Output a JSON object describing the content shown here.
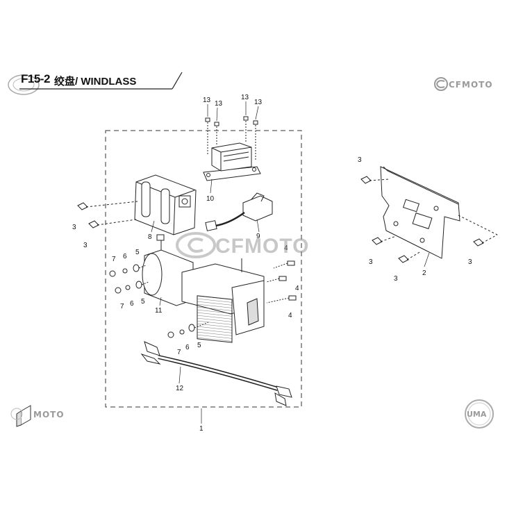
{
  "header": {
    "code": "F15-2",
    "title": "绞盘/ WINDLASS"
  },
  "brands": {
    "top_right": "CFMOTO",
    "watermark": "CFMOTO",
    "bottom_left": "MOTO",
    "bottom_right": "UMA"
  },
  "callouts": [
    {
      "id": "c13a",
      "label": "13"
    },
    {
      "id": "c13b",
      "label": "13"
    },
    {
      "id": "c13c",
      "label": "13"
    },
    {
      "id": "c13d",
      "label": "13"
    },
    {
      "id": "c10",
      "label": "10"
    },
    {
      "id": "c9",
      "label": "9"
    },
    {
      "id": "c8",
      "label": "8"
    },
    {
      "id": "c3a",
      "label": "3"
    },
    {
      "id": "c3b",
      "label": "3"
    },
    {
      "id": "c3c",
      "label": "3"
    },
    {
      "id": "c3d",
      "label": "3"
    },
    {
      "id": "c3e",
      "label": "3"
    },
    {
      "id": "c3f",
      "label": "3"
    },
    {
      "id": "c2",
      "label": "2"
    },
    {
      "id": "c7a",
      "label": "7"
    },
    {
      "id": "c6a",
      "label": "6"
    },
    {
      "id": "c5a",
      "label": "5"
    },
    {
      "id": "c7b",
      "label": "7"
    },
    {
      "id": "c6b",
      "label": "6"
    },
    {
      "id": "c5b",
      "label": "5"
    },
    {
      "id": "c11",
      "label": "11"
    },
    {
      "id": "c4a",
      "label": "4"
    },
    {
      "id": "c4b",
      "label": "4"
    },
    {
      "id": "c4c",
      "label": "4"
    },
    {
      "id": "c7c",
      "label": "7"
    },
    {
      "id": "c6c",
      "label": "6"
    },
    {
      "id": "c5c",
      "label": "5"
    },
    {
      "id": "c12",
      "label": "12"
    },
    {
      "id": "c1",
      "label": "1"
    }
  ],
  "colors": {
    "line": "#222222",
    "watermark": "#9a9a9a"
  }
}
